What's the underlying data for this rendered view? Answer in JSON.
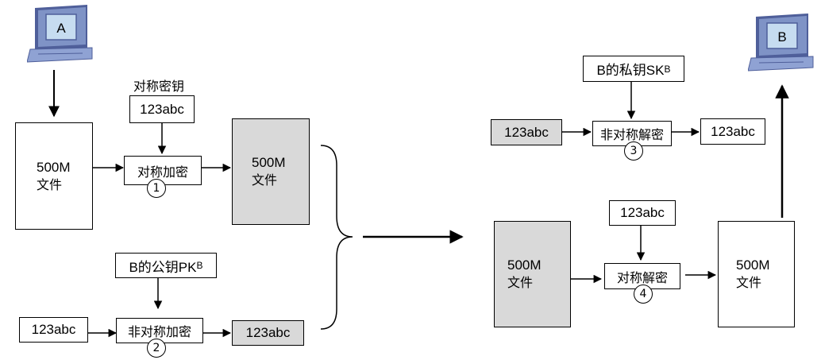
{
  "computers": {
    "a": {
      "label": "A",
      "icon": "computer-icon"
    },
    "b": {
      "label": "B",
      "icon": "computer-icon"
    }
  },
  "sender": {
    "sym_key_label": "对称密钥",
    "sym_key_value": "123abc",
    "file_line1": "500M",
    "file_line2": "文件",
    "sym_encrypt": "对称加密",
    "step1": "1",
    "enc_file_line1": "500M",
    "enc_file_line2": "文件",
    "pubkey_main": "B的公钥PK",
    "pubkey_sub": "B",
    "key_value": "123abc",
    "asym_encrypt": "非对称加密",
    "step2": "2",
    "enc_key_value": "123abc"
  },
  "receiver": {
    "privkey_main": "B的私钥SK",
    "privkey_sub": "B",
    "enc_key_value": "123abc",
    "asym_decrypt": "非对称解密",
    "step3": "3",
    "dec_key_value": "123abc",
    "key_value": "123abc",
    "enc_file_line1": "500M",
    "enc_file_line2": "文件",
    "sym_decrypt": "对称解密",
    "step4": "4",
    "file_line1": "500M",
    "file_line2": "文件"
  },
  "colors": {
    "monitor_frame": "#7f93c6",
    "monitor_dark": "#4f5f9a",
    "screen": "#c6dcf0",
    "base": "#8fa2d3",
    "encrypted_fill": "#d9d9d9"
  }
}
